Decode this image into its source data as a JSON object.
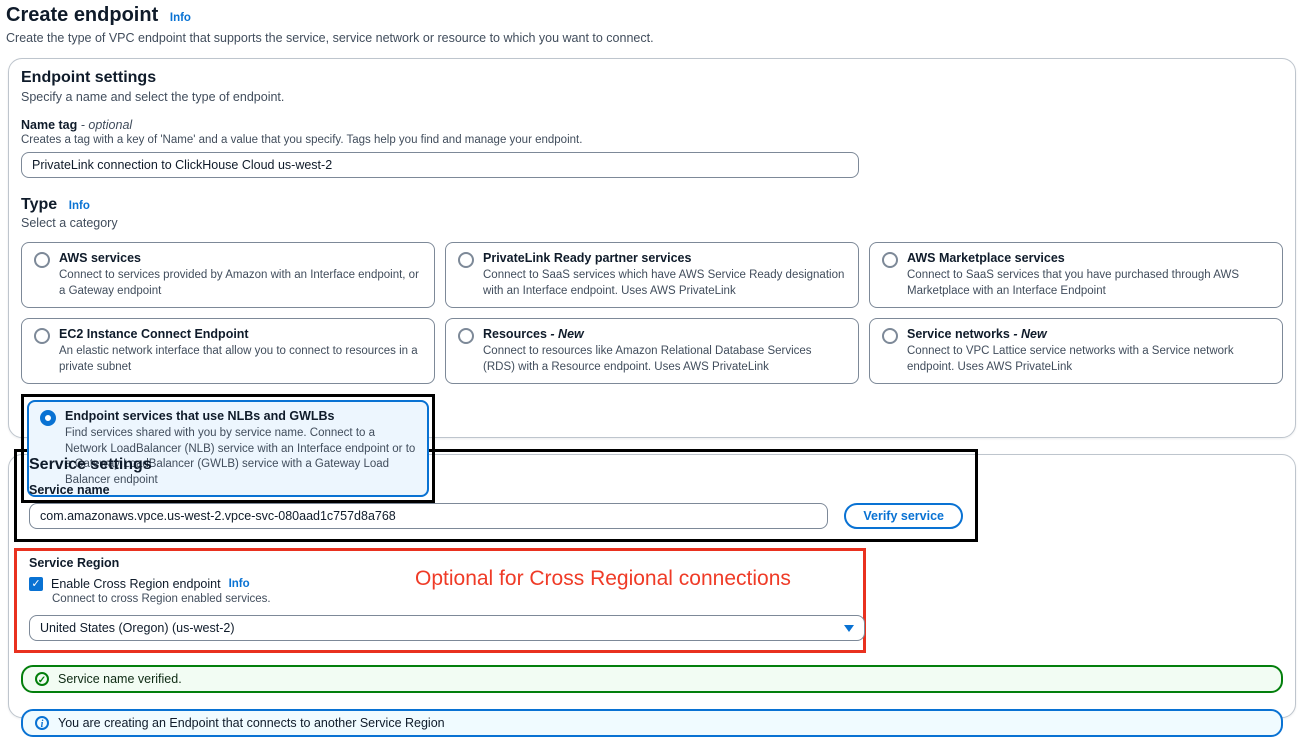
{
  "page": {
    "title": "Create endpoint",
    "title_info": "Info",
    "subtitle": "Create the type of VPC endpoint that supports the service, service network or resource to which you want to connect."
  },
  "endpoint_settings": {
    "heading": "Endpoint settings",
    "description": "Specify a name and select the type of endpoint.",
    "name_tag": {
      "label": "Name tag",
      "optional_suffix": " - optional",
      "help": "Creates a tag with a key of 'Name' and a value that you specify. Tags help you find and manage your endpoint.",
      "value": "PrivateLink connection to ClickHouse Cloud us-west-2"
    },
    "type": {
      "heading": "Type",
      "info": "Info",
      "description": "Select a category",
      "options": [
        {
          "title": "AWS services",
          "description": "Connect to services provided by Amazon with an Interface endpoint, or a Gateway endpoint",
          "selected": false
        },
        {
          "title": "PrivateLink Ready partner services",
          "description": "Connect to SaaS services which have AWS Service Ready designation with an Interface endpoint. Uses AWS PrivateLink",
          "selected": false
        },
        {
          "title": "AWS Marketplace services",
          "description": "Connect to SaaS services that you have purchased through AWS Marketplace with an Interface Endpoint",
          "selected": false
        },
        {
          "title": "EC2 Instance Connect Endpoint",
          "description": "An elastic network interface that allow you to connect to resources in a private subnet",
          "selected": false
        },
        {
          "title": "Resources",
          "suffix": "- New",
          "description": "Connect to resources like Amazon Relational Database Services (RDS) with a Resource endpoint. Uses AWS PrivateLink",
          "selected": false
        },
        {
          "title": "Service networks",
          "suffix": "- New",
          "description": "Connect to VPC Lattice service networks with a Service network endpoint. Uses AWS PrivateLink",
          "selected": false
        },
        {
          "title": "Endpoint services that use NLBs and GWLBs",
          "description": "Find services shared with you by service name. Connect to a Network LoadBalancer (NLB) service with an Interface endpoint or to a Gateway LoadBalancer (GWLB) service with a Gateway Load Balancer endpoint",
          "selected": true
        }
      ]
    }
  },
  "service_settings": {
    "heading": "Service settings",
    "service_name": {
      "label": "Service name",
      "value": "com.amazonaws.vpce.us-west-2.vpce-svc-080aad1c757d8a768"
    },
    "verify_button_label": "Verify service",
    "service_region": {
      "label": "Service Region",
      "checkbox_label": "Enable Cross Region endpoint",
      "info": "Info",
      "checkbox_checked": true,
      "checkbox_help": "Connect to cross Region enabled services.",
      "region_selected_value": "United States (Oregon) (us-west-2)"
    },
    "red_annotation_text": "Optional for Cross Regional connections",
    "alerts": {
      "success": "Service name verified.",
      "info": "You are creating an Endpoint that connects to another Service Region"
    }
  },
  "icons": {
    "success": "check-circle-icon",
    "info": "info-circle-icon",
    "dropdown": "caret-down-icon",
    "checkbox_check": "✓"
  },
  "colors": {
    "accent_blue": "#0972d3",
    "annotation_black": "#000000",
    "annotation_red": "#e9311f",
    "success_border": "#037f0c",
    "success_bg": "#f2fcf3",
    "info_bg": "#f0fbff",
    "selected_tile_bg": "#edf6fe"
  }
}
